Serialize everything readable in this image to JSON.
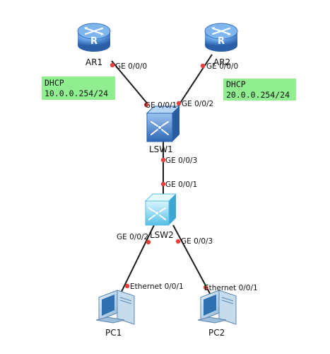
{
  "colors": {
    "link": "#1c1c1c",
    "port_dot": "#e8413c",
    "note_bg": "#90ee90",
    "router": "#4f8fd8",
    "switch1": "#3b78c9",
    "switch2": "#6bcdf0"
  },
  "devices": {
    "ar1": {
      "label": "AR1",
      "icon": "router-icon"
    },
    "ar2": {
      "label": "AR2",
      "icon": "router-icon"
    },
    "lsw1": {
      "label": "LSW1",
      "icon": "switch-icon"
    },
    "lsw2": {
      "label": "LSW2",
      "icon": "switch-icon"
    },
    "pc1": {
      "label": "PC1",
      "icon": "pc-icon"
    },
    "pc2": {
      "label": "PC2",
      "icon": "pc-icon"
    }
  },
  "ports": {
    "ar1_ge000": "GE 0/0/0",
    "ar2_ge000": "GE 0/0/0",
    "lsw1_ge001": "GE 0/0/1",
    "lsw1_ge002": "GE 0/0/2",
    "lsw1_ge003": "GE 0/0/3",
    "lsw2_ge001": "GE 0/0/1",
    "lsw2_ge002": "GE 0/0/2",
    "lsw2_ge003": "GE 0/0/3",
    "pc1_eth": "Ethernet 0/0/1",
    "pc2_eth": "Ethernet 0/0/1"
  },
  "notes": {
    "dhcp1": {
      "line1": "DHCP",
      "line2": "10.0.0.254/24"
    },
    "dhcp2": {
      "line1": "DHCP",
      "line2": "20.0.0.254/24"
    }
  }
}
